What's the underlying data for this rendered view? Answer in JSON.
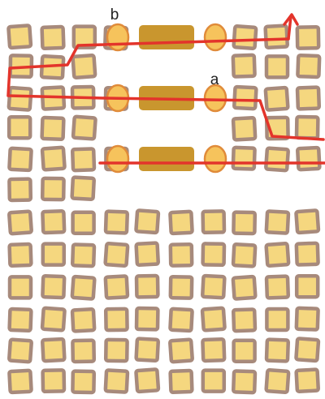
{
  "labels": {
    "a": "a",
    "b": "b"
  },
  "grid": {
    "rows": 12,
    "cols": 10
  },
  "blocked_cells": [
    [
      0,
      4
    ],
    [
      0,
      5
    ],
    [
      0,
      6
    ],
    [
      1,
      3
    ],
    [
      1,
      4
    ],
    [
      1,
      5
    ],
    [
      1,
      6
    ],
    [
      2,
      4
    ],
    [
      2,
      5
    ],
    [
      2,
      6
    ],
    [
      3,
      3
    ],
    [
      3,
      4
    ],
    [
      3,
      5
    ],
    [
      3,
      6
    ],
    [
      4,
      4
    ],
    [
      4,
      5
    ],
    [
      4,
      6
    ],
    [
      5,
      3
    ],
    [
      5,
      4
    ],
    [
      5,
      5
    ],
    [
      5,
      6
    ],
    [
      5,
      7
    ],
    [
      5,
      8
    ],
    [
      5,
      9
    ]
  ],
  "rows_with_capsules": [
    0,
    2,
    4
  ],
  "colors": {
    "cell_fill": "#f5d77f",
    "cell_border": "#a78a7c",
    "oval_fill": "#f6c35c",
    "oval_border": "#e08b3a",
    "bar_fill": "#c9962e",
    "path": "#e3342b"
  }
}
